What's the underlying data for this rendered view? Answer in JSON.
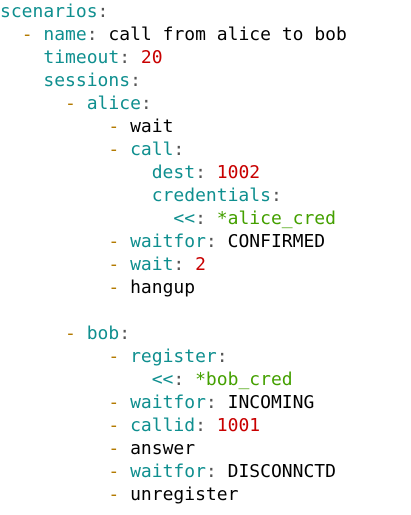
{
  "document": {
    "lines": [
      {
        "indent": 0,
        "dash": false,
        "key": "scenarios",
        "merge": "",
        "value": "",
        "vtype": ""
      },
      {
        "indent": 2,
        "dash": true,
        "key": "name",
        "merge": "",
        "value": "call from alice to bob",
        "vtype": "plain"
      },
      {
        "indent": 4,
        "dash": false,
        "key": "timeout",
        "merge": "",
        "value": "20",
        "vtype": "number"
      },
      {
        "indent": 4,
        "dash": false,
        "key": "sessions",
        "merge": "",
        "value": "",
        "vtype": ""
      },
      {
        "indent": 6,
        "dash": true,
        "key": "alice",
        "merge": "",
        "value": "",
        "vtype": ""
      },
      {
        "indent": 10,
        "dash": true,
        "key": "",
        "merge": "",
        "value": "wait",
        "vtype": "plain"
      },
      {
        "indent": 10,
        "dash": true,
        "key": "call",
        "merge": "",
        "value": "",
        "vtype": ""
      },
      {
        "indent": 14,
        "dash": false,
        "key": "dest",
        "merge": "",
        "value": "1002",
        "vtype": "number"
      },
      {
        "indent": 14,
        "dash": false,
        "key": "credentials",
        "merge": "",
        "value": "",
        "vtype": ""
      },
      {
        "indent": 16,
        "dash": false,
        "key": "",
        "merge": "<<",
        "value": "*alice_cred",
        "vtype": "alias"
      },
      {
        "indent": 10,
        "dash": true,
        "key": "waitfor",
        "merge": "",
        "value": "CONFIRMED",
        "vtype": "plain"
      },
      {
        "indent": 10,
        "dash": true,
        "key": "wait",
        "merge": "",
        "value": "2",
        "vtype": "number"
      },
      {
        "indent": 10,
        "dash": true,
        "key": "",
        "merge": "",
        "value": "hangup",
        "vtype": "plain"
      },
      {
        "indent": 0,
        "dash": false,
        "key": "",
        "merge": "",
        "value": "",
        "vtype": ""
      },
      {
        "indent": 6,
        "dash": true,
        "key": "bob",
        "merge": "",
        "value": "",
        "vtype": ""
      },
      {
        "indent": 10,
        "dash": true,
        "key": "register",
        "merge": "",
        "value": "",
        "vtype": ""
      },
      {
        "indent": 14,
        "dash": false,
        "key": "",
        "merge": "<<",
        "value": "*bob_cred",
        "vtype": "alias"
      },
      {
        "indent": 10,
        "dash": true,
        "key": "waitfor",
        "merge": "",
        "value": "INCOMING",
        "vtype": "plain"
      },
      {
        "indent": 10,
        "dash": true,
        "key": "callid",
        "merge": "",
        "value": "1001",
        "vtype": "number"
      },
      {
        "indent": 10,
        "dash": true,
        "key": "",
        "merge": "",
        "value": "answer",
        "vtype": "plain"
      },
      {
        "indent": 10,
        "dash": true,
        "key": "waitfor",
        "merge": "",
        "value": "DISCONNCTD",
        "vtype": "plain"
      },
      {
        "indent": 10,
        "dash": true,
        "key": "",
        "merge": "",
        "value": "unregister",
        "vtype": "plain"
      }
    ]
  },
  "colors": {
    "key": "#0f8f8f",
    "dash": "#b37a00",
    "number": "#c80000",
    "alias": "#44a000",
    "text": "#000000",
    "background": "#ffffff"
  }
}
